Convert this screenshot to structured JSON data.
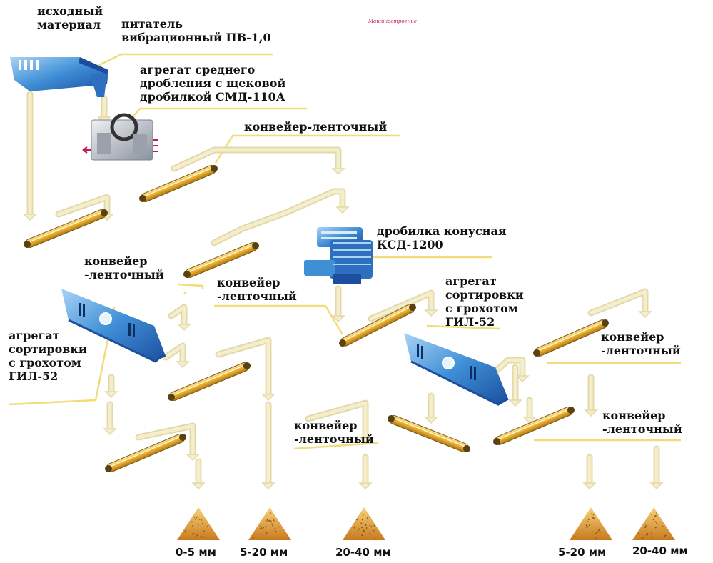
{
  "watermark": "Машиностроение",
  "labels": {
    "source_material": "исходный\nматериал",
    "feeder": "питатель\nвибрационный ПВ-1,0",
    "jaw_crusher": "агрегат среднего\nдробления с щековой\nдробилкой СМД-110А",
    "conveyor_top": "конвейер-ленточный",
    "cone_crusher": "дробилка конусная\nКСД-1200",
    "conveyor_left": "конвейер\n-ленточный",
    "conveyor_center": "конвейер\n-ленточный",
    "screen_right": "агрегат\nсортировки\nс грохотом\nГИЛ-52",
    "screen_left": "агрегат\nсортировки\nс грохотом\nГИЛ-52",
    "conveyor_right_upper": "конвейер\n-ленточный",
    "conveyor_bottom_center": "конвейер\n-ленточный",
    "conveyor_right_lower": "конвейер\n-ленточный"
  },
  "outputs": [
    "0-5 мм",
    "5-20 мм",
    "20-40 мм",
    "5-20 мм",
    "20-40 мм"
  ],
  "colors": {
    "belt": "#f0b93c",
    "belt_dark": "#7a5a14",
    "arrow_fill": "#f4eecd",
    "arrow_stroke": "#e3d9a8",
    "leader": "#f2dc7a",
    "machine_blue": "#3f8fd6",
    "machine_dark": "#1b4f9e",
    "jaw_grey": "#b9bfc8",
    "pile_top": "#f6d27a",
    "pile_bottom": "#c9791f"
  }
}
